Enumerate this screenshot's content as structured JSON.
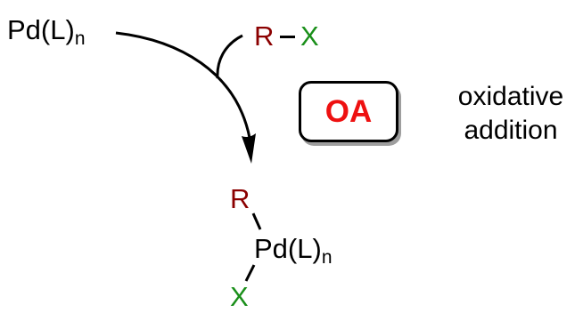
{
  "colors": {
    "r_group": "#8b0000",
    "x_group": "#1a8f1a",
    "oa_label": "#ee1111",
    "ink": "#000000"
  },
  "reactant": {
    "metal": "Pd(L)",
    "subscript": "n"
  },
  "reagent": {
    "r": "R",
    "x": "X"
  },
  "step": {
    "abbr": "OA",
    "name_line1": "oxidative",
    "name_line2": "addition"
  },
  "product": {
    "r": "R",
    "metal": "Pd(L)",
    "subscript": "n",
    "x": "X"
  }
}
